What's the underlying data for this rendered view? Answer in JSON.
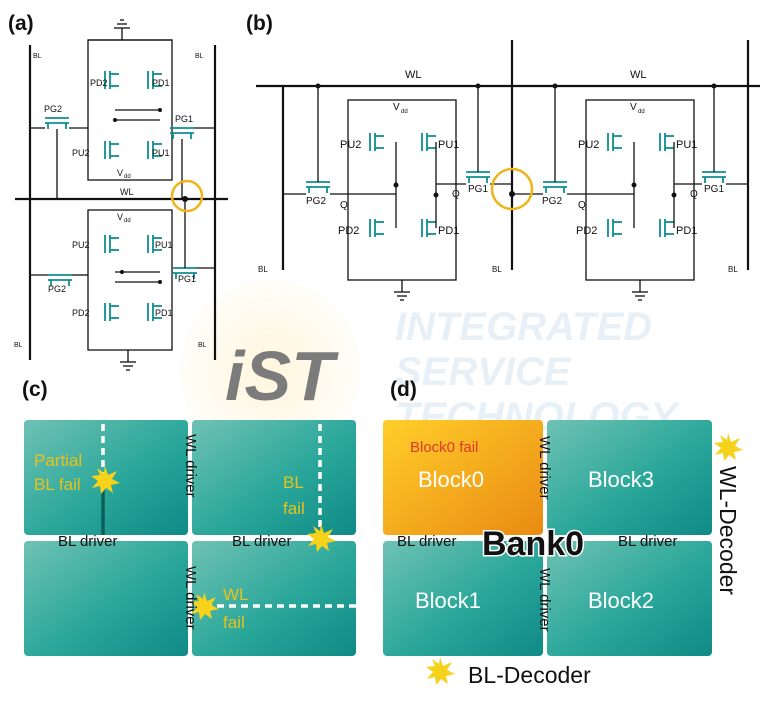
{
  "panels": {
    "a": "(a)",
    "b": "(b)",
    "c": "(c)",
    "d": "(d)"
  },
  "watermark": {
    "line1": "INTEGRATED",
    "line2": "SERVICE",
    "line3": "TECHNOLOGY",
    "logo": "iST"
  },
  "cell_labels": {
    "pd1": "PD1",
    "pd2": "PD2",
    "pu1": "PU1",
    "pu2": "PU2",
    "pg1": "PG1",
    "pg2": "PG2",
    "vdd": "V",
    "vdd_sub_a": "dd",
    "vdd_sub_b": "dd",
    "wl": "WL",
    "bl": "BL",
    "blb": "BL",
    "q": "Q",
    "qb": "Q"
  },
  "panel_c": {
    "partial_bl_fail_1": "Partial",
    "partial_bl_fail_2": "BL fail",
    "bl_fail_1": "BL",
    "bl_fail_2": "fail",
    "wl_fail_1": "WL",
    "wl_fail_2": "fail",
    "bl_driver_left": "BL driver",
    "bl_driver_right": "BL driver",
    "wl_driver_top": "WL driver",
    "wl_driver_bottom": "WL driver"
  },
  "panel_d": {
    "block0_fail": "Block0 fail",
    "block0": "Block0",
    "block1": "Block1",
    "block2": "Block2",
    "block3": "Block3",
    "bank": "Bank0",
    "bl_driver_left": "BL driver",
    "bl_driver_right": "BL driver",
    "wl_driver_top": "WL driver",
    "wl_driver_bottom": "WL driver",
    "wl_decoder": "WL-Decoder",
    "bl_decoder": "BL-Decoder"
  },
  "colors": {
    "transistor": "#0e8e8e",
    "block": "#2aa79a",
    "block_fail": "#f0a61c",
    "fail_text": "#e8c21a",
    "fail_red": "#e03a2a",
    "highlight": "#f0b419"
  }
}
